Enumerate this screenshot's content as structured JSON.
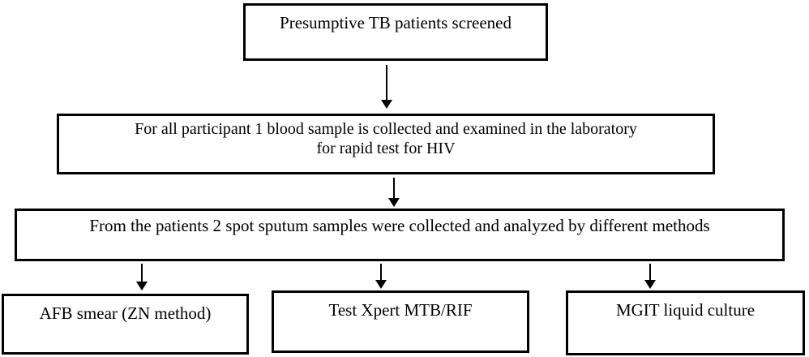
{
  "flowchart": {
    "nodes": {
      "screened": {
        "label": "Presumptive TB patients screened"
      },
      "blood_sample": {
        "lines": [
          "For all participant 1 blood sample is collected and examined in the laboratory",
          "for rapid test for HIV"
        ]
      },
      "sputum": {
        "label": "From the patients 2 spot sputum samples were collected and analyzed by different methods"
      },
      "afb_smear": {
        "label": "AFB smear (ZN method)"
      },
      "xpert": {
        "label": "Test Xpert MTB/RIF"
      },
      "mgit": {
        "label": "MGIT liquid culture"
      }
    },
    "edges": [
      {
        "from": "screened",
        "to": "blood_sample"
      },
      {
        "from": "blood_sample",
        "to": "sputum"
      },
      {
        "from": "sputum",
        "to": "afb_smear"
      },
      {
        "from": "sputum",
        "to": "xpert"
      },
      {
        "from": "sputum",
        "to": "mgit"
      }
    ],
    "colors": {
      "border": "#000000",
      "text": "#000000",
      "background": "#ffffff"
    }
  }
}
